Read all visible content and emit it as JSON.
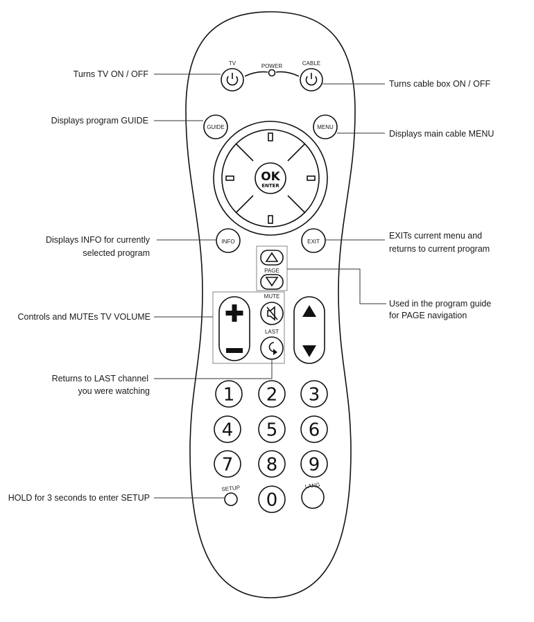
{
  "callouts": {
    "tv_power": "Turns TV ON / OFF",
    "cable_power": "Turns cable box ON / OFF",
    "guide": "Displays program GUIDE",
    "menu": "Displays main cable MENU",
    "info_line1": "Displays INFO for currently",
    "info_line2": "selected program",
    "exit_line1": "EXITs current menu and",
    "exit_line2": "returns to current program",
    "page_line1": "Used in the program guide",
    "page_line2": "for PAGE navigation",
    "volume": "Controls and MUTEs TV VOLUME",
    "last_line1": "Returns to LAST channel",
    "last_line2": "you were watching",
    "setup": "HOLD for 3 seconds to enter SETUP"
  },
  "buttons": {
    "tv": "TV",
    "power": "POWER",
    "cable": "CABLE",
    "guide": "GUIDE",
    "menu": "MENU",
    "ok": "OK",
    "enter": "ENTER",
    "info": "INFO",
    "exit": "EXIT",
    "page": "PAGE",
    "mute": "MUTE",
    "last": "LAST",
    "setup": "SETUP",
    "lang": "LANG",
    "digits": [
      "1",
      "2",
      "3",
      "4",
      "5",
      "6",
      "7",
      "8",
      "9",
      "0"
    ]
  },
  "icons": {
    "power": "power-icon",
    "volume_up": "plus-icon",
    "volume_down": "minus-icon",
    "mute": "speaker-muted-icon",
    "last": "return-arrow-icon",
    "channel_up": "triangle-up-icon",
    "channel_down": "triangle-down-icon",
    "page_up": "triangle-outline-up-icon",
    "page_down": "triangle-outline-down-icon"
  },
  "colors": {
    "line": "#111111",
    "group_box": "#9a9a9a",
    "background": "#ffffff"
  }
}
